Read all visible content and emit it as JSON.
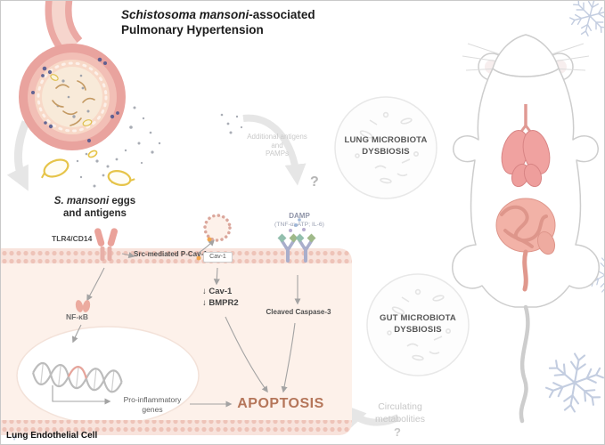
{
  "title": {
    "species": "Schistosoma mansoni",
    "suffix": "-associated",
    "line2": "Pulmonary Hypertension"
  },
  "vessel": {
    "eggs_species": "S. mansoni",
    "eggs_suffix": " eggs",
    "eggs_line2": "and antigens"
  },
  "cell": {
    "tlr4_label": "TLR4/CD14",
    "src_label": "Src-mediated P-Cav-1",
    "caveola_label": "Cav-1",
    "down_line1": "↓ Cav-1",
    "down_line2": "↓ BMPR2",
    "nfkb_label": "NF-κB",
    "damp_line1": "DAMP",
    "damp_line2": "(TNF-α; ATP; IL-6)",
    "caspase_label": "Cleaved Caspase-3",
    "proinf_line1": "Pro-inflammatory",
    "proinf_line2": "genes",
    "apoptosis_label": "APOPTOSIS",
    "caption": "Lung Endothelial Cell"
  },
  "microbiota": {
    "note_line1": "Additional antigens",
    "note_line2": "and",
    "note_line3": "PAMPs",
    "lung_line1": "LUNG MICROBIOTA",
    "lung_line2": "DYSBIOSIS",
    "gut_line1": "GUT MICROBIOTA",
    "gut_line2": "DYSBIOSIS",
    "question_top": "?",
    "question_bottom": "?",
    "circ_line1": "Circulating",
    "circ_line2": "metabolities"
  },
  "colors": {
    "membrane_pink": "#eec3b8",
    "cytoplasm": "#fdf1ea",
    "vessel_pink": "#e9a39e",
    "egg_yellow": "#e6c449",
    "apoptosis_text": "#b5765a",
    "arrow_gray": "#a3a3a3",
    "faded_gray": "#c7c7c7",
    "neuron_blue": "#c3cde0"
  }
}
